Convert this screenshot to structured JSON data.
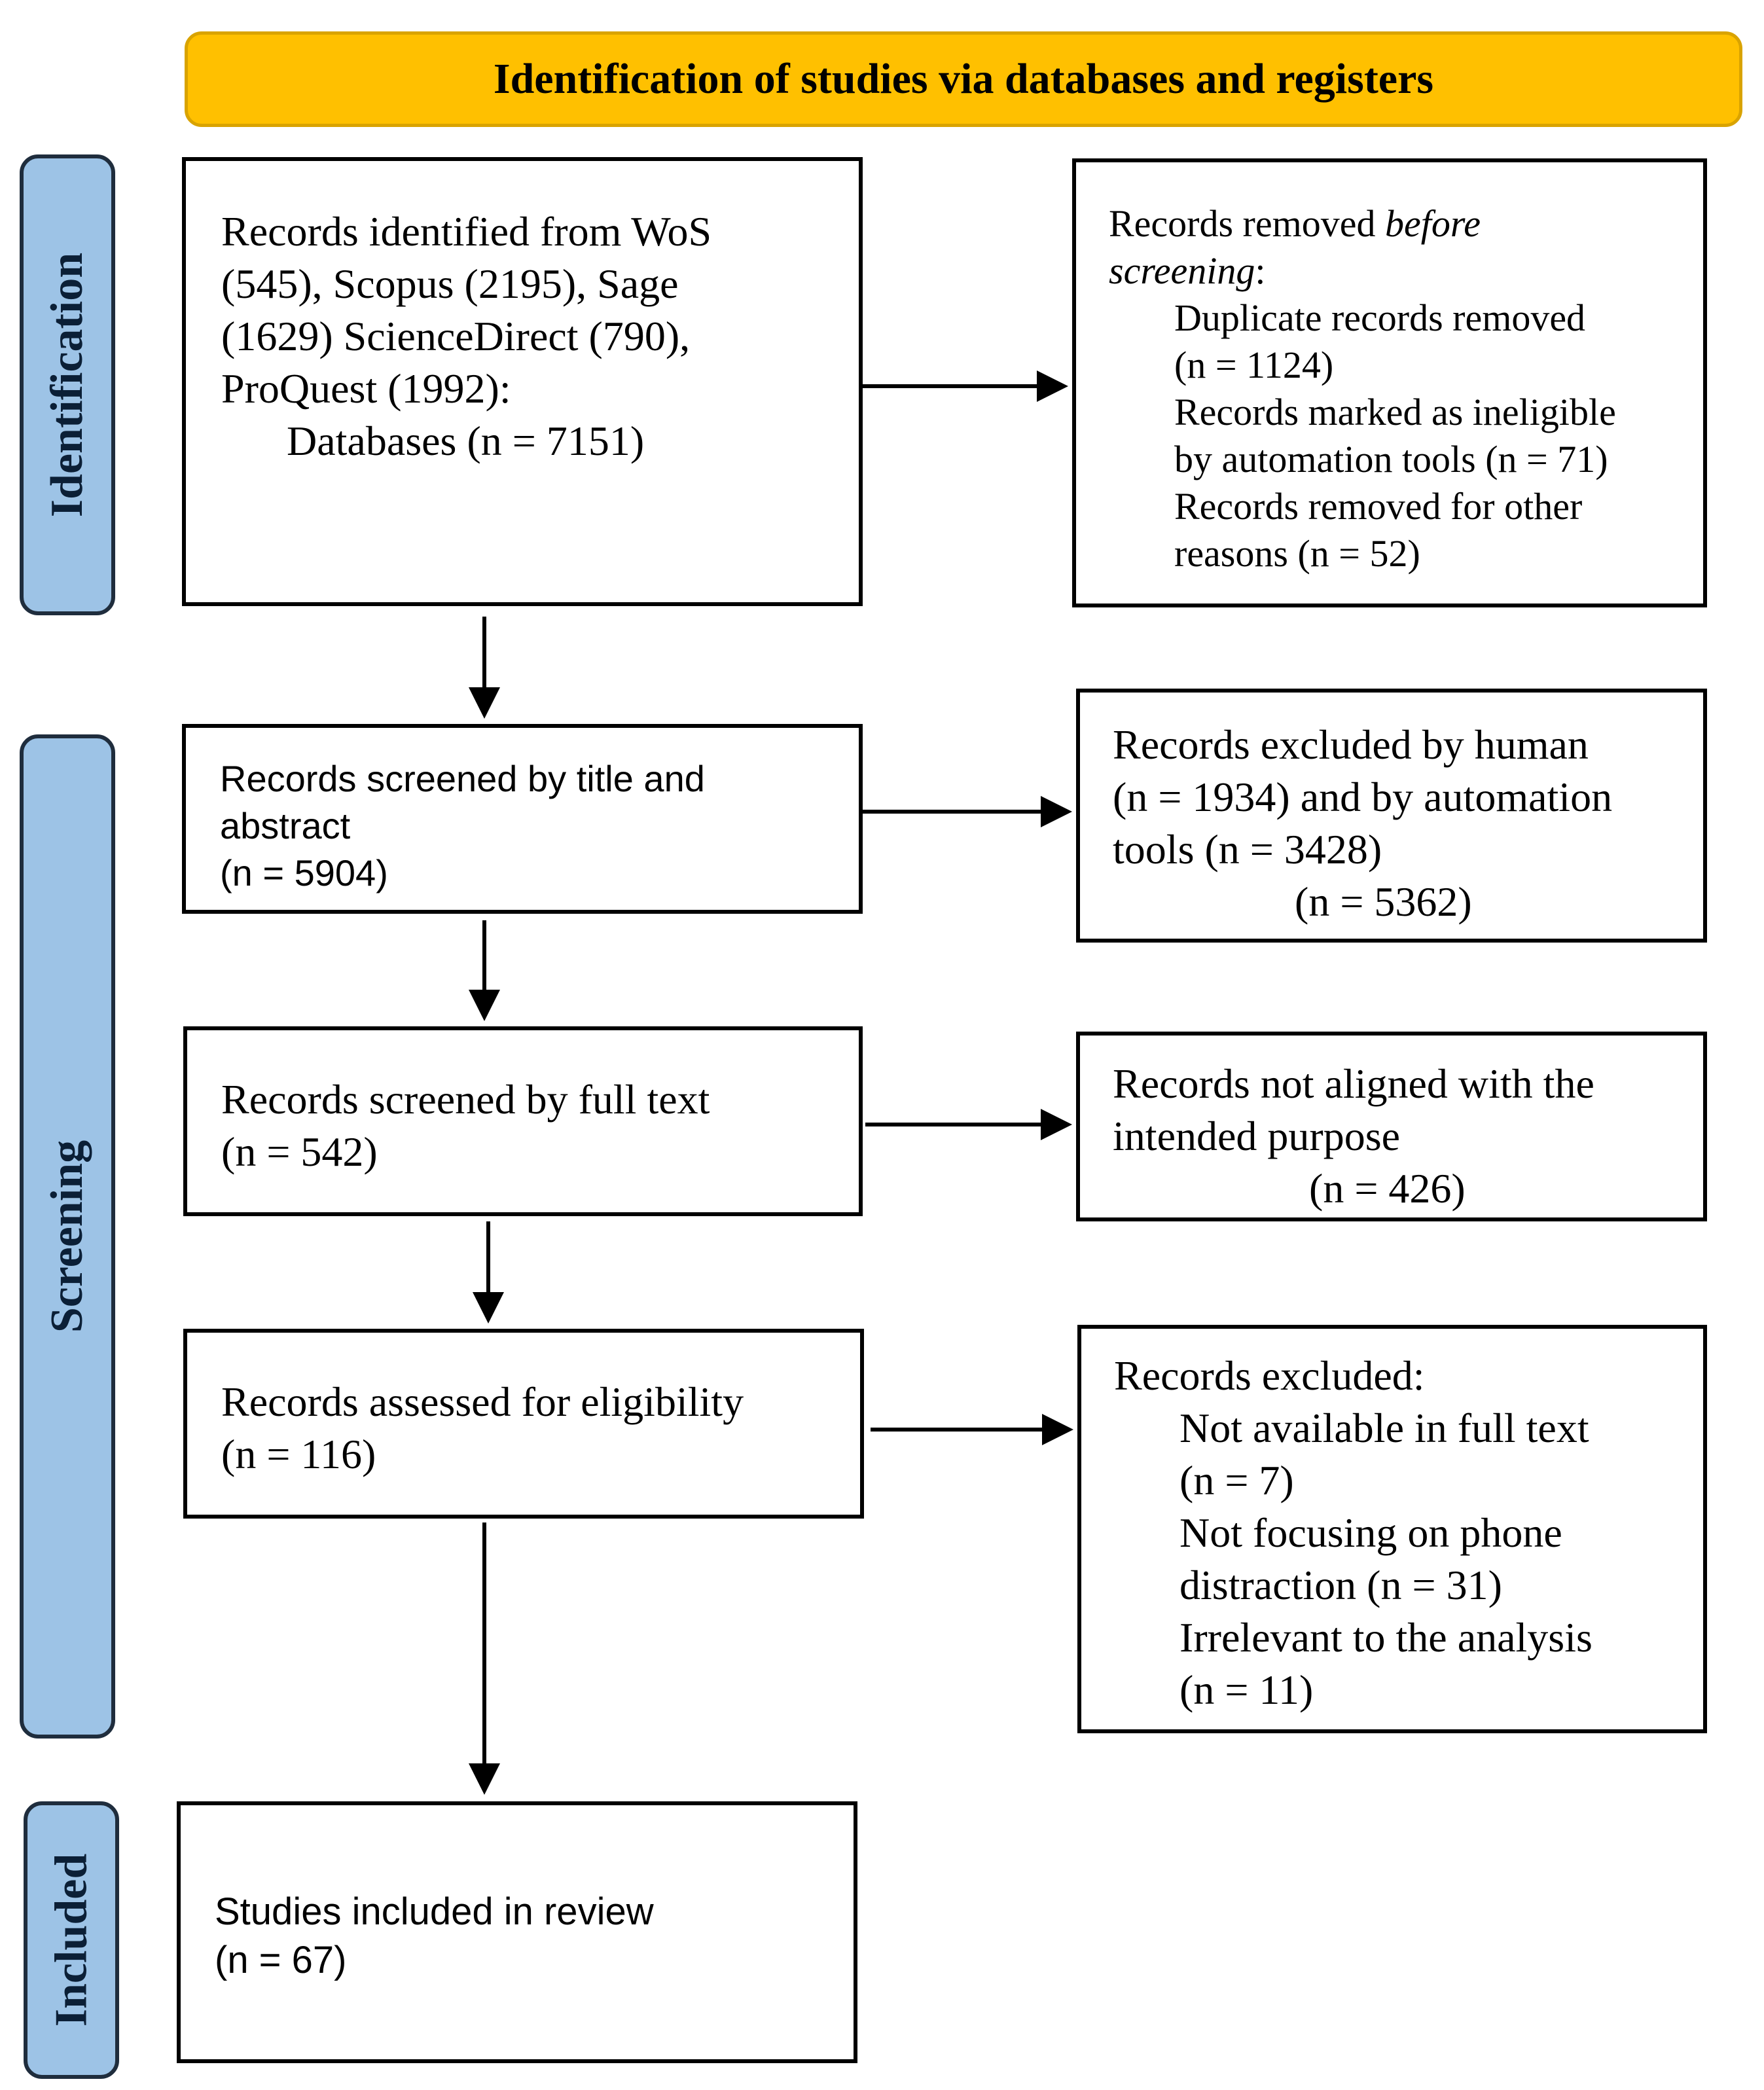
{
  "header": {
    "title": "Identification of studies via databases and registers"
  },
  "stages": {
    "identification": "Identification",
    "screening": "Screening",
    "included": "Included"
  },
  "boxes": {
    "records_identified": {
      "lines": [
        "Records identified from WoS",
        "(545),  Scopus (2195), Sage",
        "(1629) ScienceDirect (790),",
        "ProQuest (1992):",
        "Databases (n = 7151)"
      ]
    },
    "records_removed": {
      "heading_plain": "Records removed ",
      "heading_italic_1": "before",
      "heading_italic_2": "screening",
      "heading_colon": ":",
      "items": [
        "Duplicate records removed",
        "(n = 1124)",
        "Records marked as ineligible",
        "by automation tools (n = 71)",
        "Records removed for other",
        "reasons (n = 52)"
      ]
    },
    "screened_title_abstract": {
      "lines": [
        "Records screened by title and",
        "abstract",
        "(n = 5904)"
      ]
    },
    "excluded_human_automation": {
      "lines": [
        "Records excluded by human",
        "(n = 1934) and by automation",
        "tools (n = 3428)",
        "(n = 5362)"
      ]
    },
    "screened_full_text": {
      "lines": [
        "Records screened by full text",
        "(n = 542)"
      ]
    },
    "not_aligned": {
      "lines": [
        "Records not aligned with the",
        "intended purpose",
        "(n = 426)"
      ]
    },
    "assessed_eligibility": {
      "lines": [
        "Records assessed for eligibility",
        "(n = 116)"
      ]
    },
    "excluded_reasons": {
      "heading": "Records excluded:",
      "items": [
        "Not available in full text",
        "(n = 7)",
        "Not focusing on phone",
        "distraction (n = 31)",
        "Irrelevant to the analysis",
        "(n = 11)"
      ]
    },
    "included": {
      "lines": [
        "Studies included in review",
        "(n = 67)"
      ]
    }
  }
}
